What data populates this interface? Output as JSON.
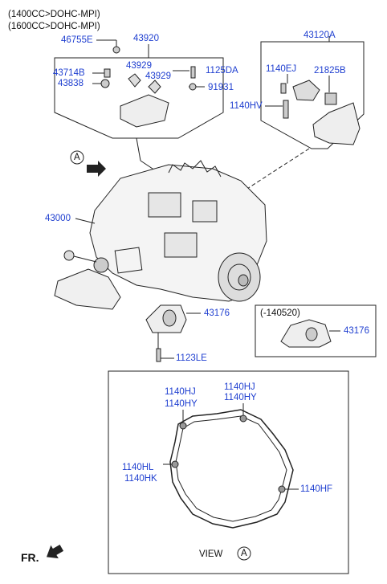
{
  "header": {
    "line1": "(1400CC>DOHC-MPI)",
    "line2": "(1600CC>DOHC-MPI)"
  },
  "labels": {
    "p46755E": "46755E",
    "p43920": "43920",
    "p43120A": "43120A",
    "p43714B": "43714B",
    "p43838": "43838",
    "p43929a": "43929",
    "p43929b": "43929",
    "p1125DA": "1125DA",
    "p91931": "91931",
    "p1140EJ": "1140EJ",
    "p21825B": "21825B",
    "p1140HV": "1140HV",
    "view_marker_a": "A",
    "p43000": "43000",
    "p43176": "43176",
    "p1123LE": "1123LE",
    "inset_note": "(-140520)",
    "p43176_inset": "43176",
    "p1140HJ_left": "1140HJ",
    "p1140HY_left": "1140HY",
    "p1140HJ_right": "1140HJ",
    "p1140HY_right": "1140HY",
    "p1140HL": "1140HL",
    "p1140HK": "1140HK",
    "p1140HF": "1140HF",
    "fr_label": "FR.",
    "view_label": "VIEW",
    "view_circle": "A"
  },
  "colors": {
    "part_label": "#1f3fd0",
    "line": "#222222"
  }
}
